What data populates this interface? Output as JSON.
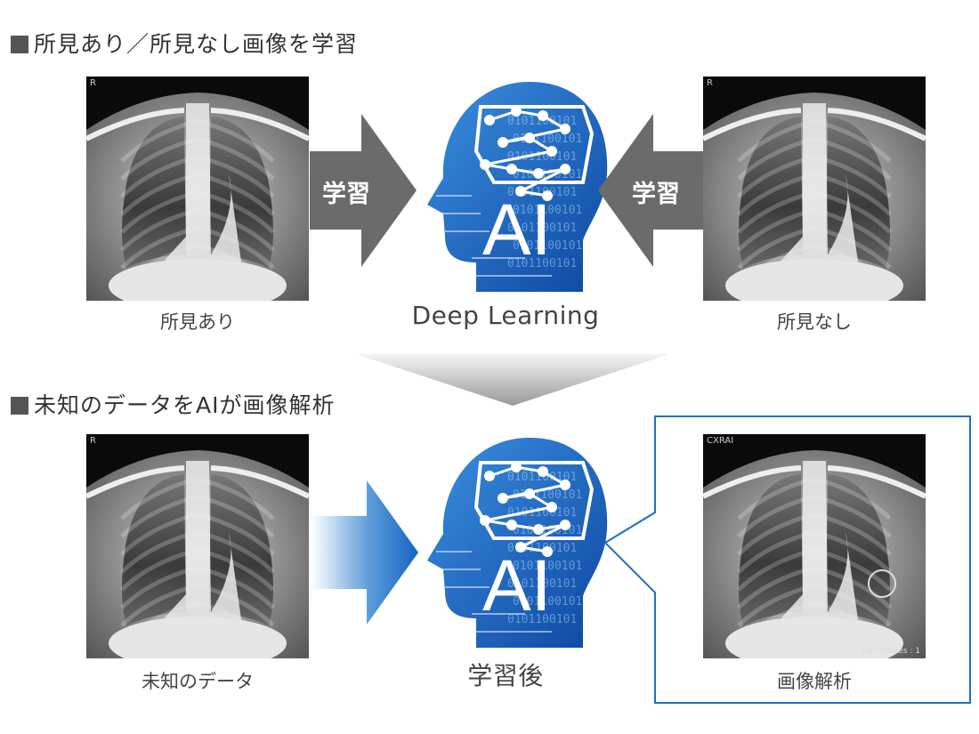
{
  "section1": {
    "title": "所見あり／所見なし画像を学習"
  },
  "section2": {
    "title": "未知のデータをAIが画像解析"
  },
  "top": {
    "left_image_caption": "所見あり",
    "right_image_caption": "所見なし",
    "left_arrow_label": "学習",
    "right_arrow_label": "学習",
    "ai_label": "AI",
    "ai_caption": "Deep Learning"
  },
  "bottom": {
    "input_caption": "未知のデータ",
    "ai_label": "AI",
    "ai_caption": "学習後",
    "result_caption": "画像解析",
    "result_overlay_brand": "CXRAI",
    "result_overlay_candidates": "Candidates : 1"
  },
  "xray_marker": "R",
  "colors": {
    "accent_blue": "#1f6fc0",
    "arrow_gray": "#6b6b6b",
    "head_blue": "#1565c0"
  }
}
